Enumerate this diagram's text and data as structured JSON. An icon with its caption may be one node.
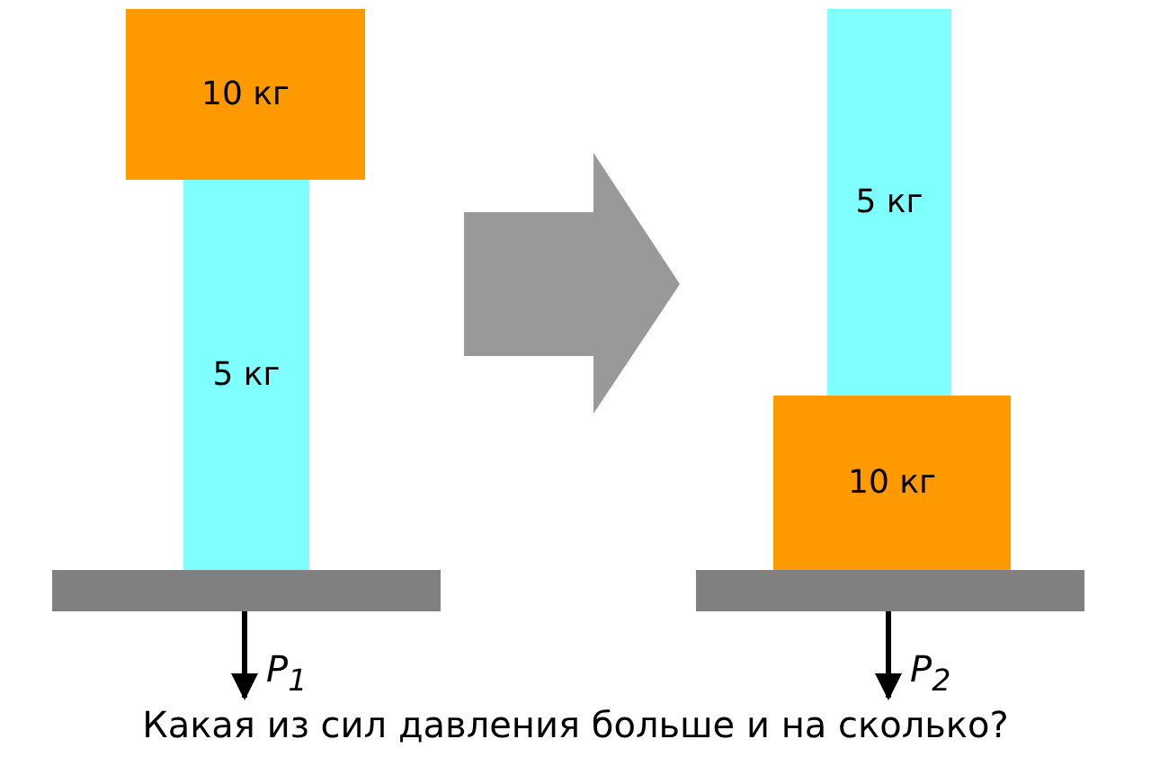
{
  "diagram": {
    "nodes": [
      {
        "text": [
          "10 кг"
        ]
      },
      {
        "text": [
          "5 кг"
        ]
      },
      {
        "text": [],
        "shape": "bar"
      },
      {
        "text": [
          "5 кг"
        ]
      },
      {
        "text": [
          "10 кг"
        ]
      },
      {
        "text": [],
        "shape": "bar"
      }
    ],
    "labels": [
      "P$_{1}$",
      "P$_{2}$"
    ],
    "caption": "Какая из сил давления больше и на сколько?"
  }
}
